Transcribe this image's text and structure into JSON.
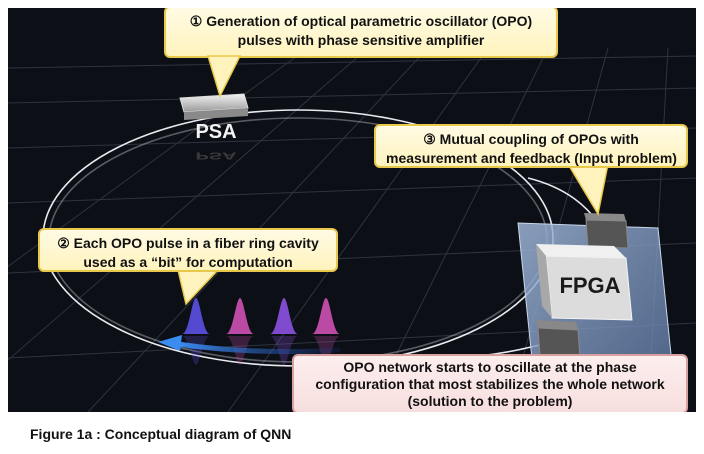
{
  "callouts": {
    "generation": {
      "line1": "① Generation of optical parametric oscillator (OPO)",
      "line2": "pulses with phase sensitive amplifier"
    },
    "pulse_bit": {
      "line1": "② Each OPO pulse in a fiber ring cavity",
      "line2": "used as a “bit” for computation"
    },
    "coupling": {
      "line1": "③ Mutual coupling of OPOs with",
      "line2": "measurement and feedback (Input problem)"
    },
    "network": {
      "line1": "OPO network starts to oscillate at the phase",
      "line2": "configuration that most stabilizes the whole network",
      "line3": "(solution to the problem)"
    }
  },
  "components": {
    "psa_label": "PSA",
    "fpga_label": "FPGA"
  },
  "pulses": [
    {
      "color": "#5a4fe0"
    },
    {
      "color": "#c94fb0"
    },
    {
      "color": "#8a4fe0"
    },
    {
      "color": "#c94fb0"
    }
  ],
  "caption": "Figure 1a : Conceptual diagram of QNN",
  "colors": {
    "background": "#0d0f16",
    "grid": "#3a3f4e",
    "fiber": "#e8eaf0",
    "arrow": "#2f86e8",
    "fpga_board": "#8aa4c8"
  }
}
